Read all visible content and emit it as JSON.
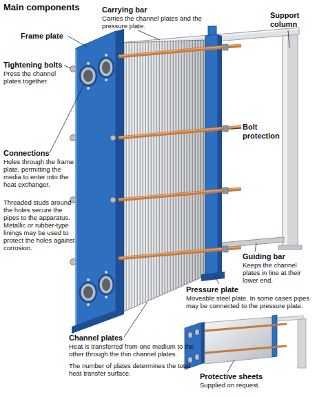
{
  "diagram": {
    "title": "Main components",
    "labels": [
      "Carrying bar",
      "Carries the channel plates and the pressure plate.",
      "Frame plate",
      "Support column",
      "Tightening bolts",
      "Press the channel plates together.",
      "Bolt protection",
      "Connections",
      "Holes through the frame plate, permitting the media to enter into the heat exchanger.",
      "Threaded studs around the holes secure the pipes to the apparatus. Metallic or rubber-type linings may be used to protect the holes against corrosion.",
      "Guiding bar",
      "Keeps the channel plates in line at their lower end.",
      "Pressure plate",
      "Moveable steel plate. In some cases pipes may be connected to the pressure plate.",
      "Channel plates",
      "Heat is transferred from one medium to the other through the thin channel plates.",
      "The number of plates determines the total heat transfer surface.",
      "Protective sheets",
      "Supplied on request."
    ]
  }
}
